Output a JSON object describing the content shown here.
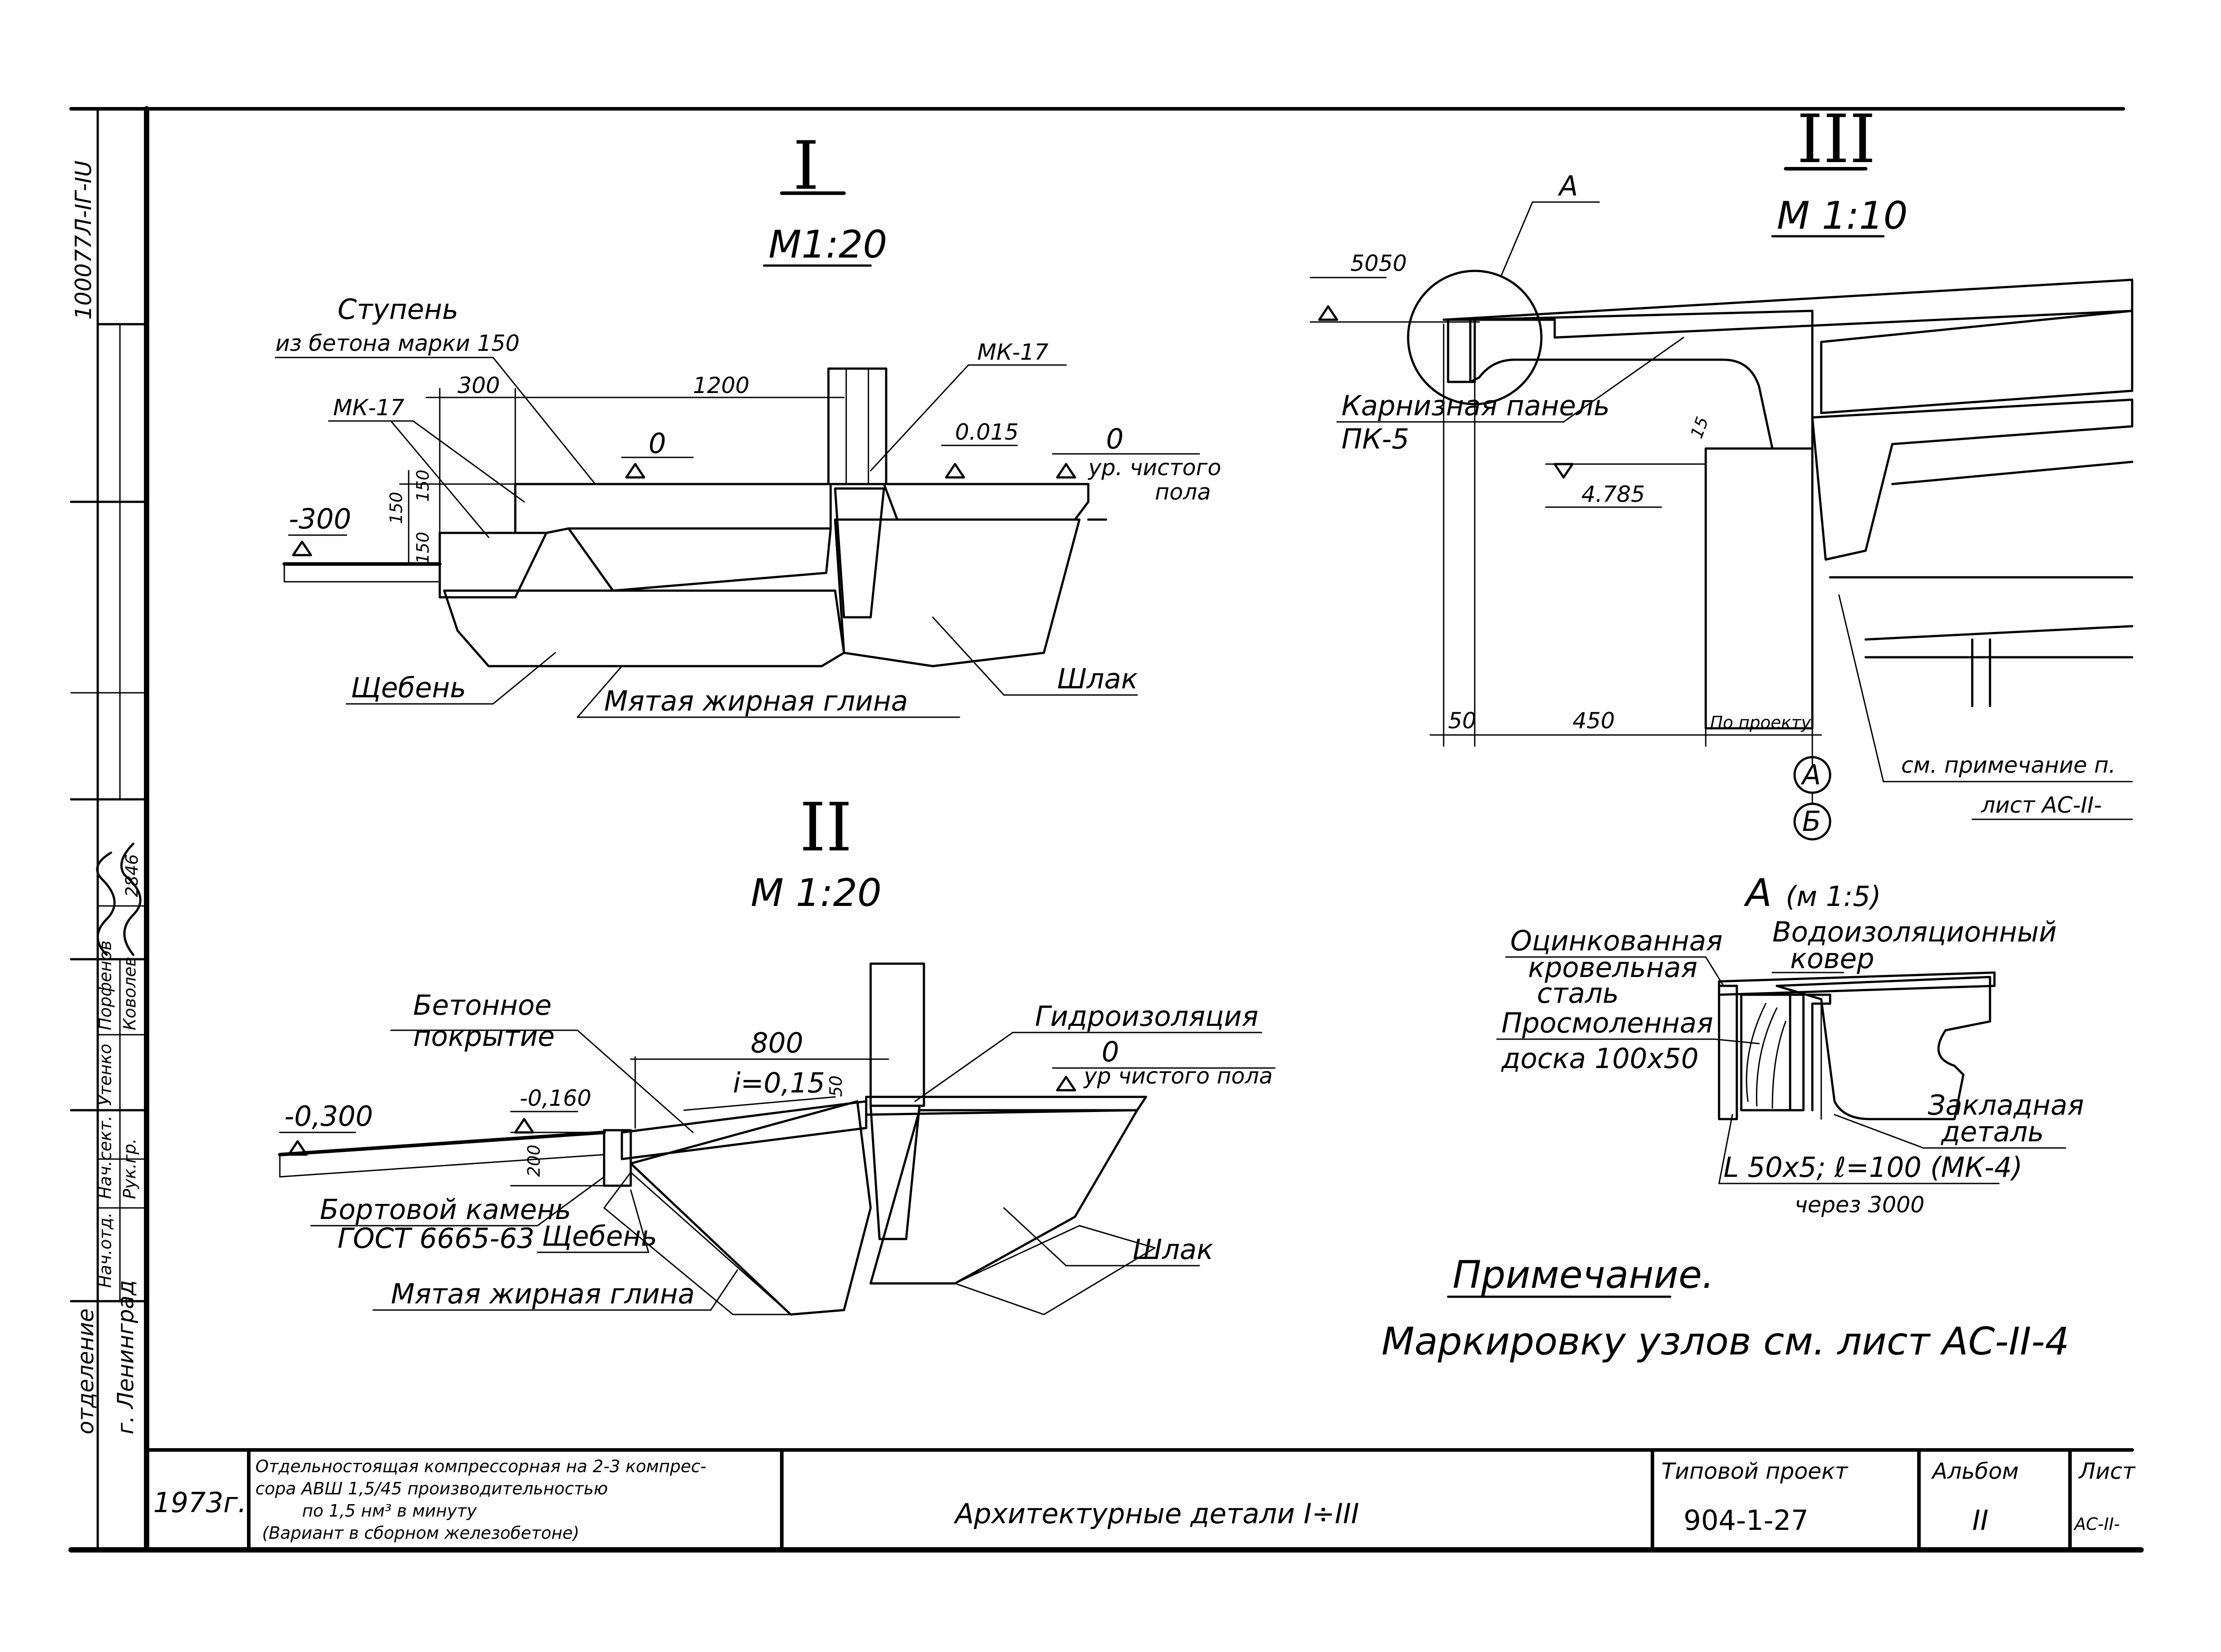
{
  "sheet": {
    "left_strip": {
      "inventory_fragment": "100077Л-IГ-IU",
      "dept_line1": "отделение",
      "dept_line2": "г. Ленинград",
      "roles": [
        "Нач.отд.",
        "Нач.сект.",
        "Рук.гр."
      ],
      "names": [
        "Утенко",
        "Порфенов",
        "Коволев"
      ],
      "number": "2846"
    },
    "detail_I": {
      "roman": "I",
      "scale": "М1:20",
      "label_step": "Ступень",
      "label_step_sub": "из бетона марки 150",
      "label_mk17_left": "МК-17",
      "label_mk17_right": "МК-17",
      "dim_300": "300",
      "dim_1200": "1200",
      "lvl_minus300": "-300",
      "lvl_0": "0",
      "lvl_0015": "0.015",
      "lvl_0_right": "0",
      "floor_line1": "ур. чистого",
      "floor_line2": "пола",
      "dim_150a": "150",
      "dim_150b": "150",
      "dim_150c": "150",
      "label_gravel": "Щебень",
      "label_clay": "Мятая жирная глина",
      "label_slag": "Шлак"
    },
    "detail_II": {
      "roman": "II",
      "scale": "М 1:20",
      "label_concrete1": "Бетонное",
      "label_concrete2": "покрытие",
      "label_waterproof": "Гидроизоляция",
      "dim_800": "800",
      "slope": "i=0,15",
      "dim_50": "50",
      "lvl_0": "0",
      "floor": "ур чистого пола",
      "lvl_minus0300": "-0,300",
      "lvl_minus160": "-0,160",
      "dim_200": "200",
      "label_curb1": "Бортовой камень",
      "label_curb2": "ГОСТ 6665-63",
      "label_gravel": "Щебень",
      "label_clay": "Мятая жирная глина",
      "label_slag": "Шлак"
    },
    "detail_III": {
      "roman": "III",
      "scale": "М 1:10",
      "callout": "А",
      "lvl_5050": "5050",
      "lvl_4785": "4.785",
      "panel1": "Карнизная панель",
      "panel2": "ПК-5",
      "dim_15": "15",
      "dim_50": "50",
      "dim_450": "450",
      "dim_project": "По проекту",
      "axis_A": "А",
      "axis_B": "Б",
      "note_ref1": "см. примечание п.",
      "note_ref2": "лист АС-II-"
    },
    "detail_A": {
      "title": "А",
      "scale": "(м 1:5)",
      "steel1": "Оцинкованная",
      "steel2": "кровельная",
      "steel3": "сталь",
      "board1": "Просмоленная",
      "board2": "доска 100х50",
      "carpet1": "Водоизоляционный",
      "carpet2": "ковер",
      "embed1": "Закладная",
      "embed2": "деталь",
      "angle": "L 50х5; ℓ=100 (МК-4)",
      "step": "через 3000"
    },
    "note": {
      "heading": "Примечание.",
      "text": "Маркировку узлов см. лист АС-II-4"
    },
    "title_block": {
      "year": "1973г.",
      "desc1": "Отдельностоящая компрессорная на 2-3 компрес-",
      "desc2": "сора АВШ 1,5/45 производительностью",
      "desc3": "по 1,5 нм³ в минуту",
      "desc4": "(Вариант в сборном железобетоне)",
      "sheet_title": "Архитектурные детали I÷III",
      "project_label": "Типовой проект",
      "project_no": "904-1-27",
      "album_label": "Альбом",
      "album_no": "II",
      "sheet_label": "Лист",
      "sheet_no": "АС-II-"
    }
  }
}
